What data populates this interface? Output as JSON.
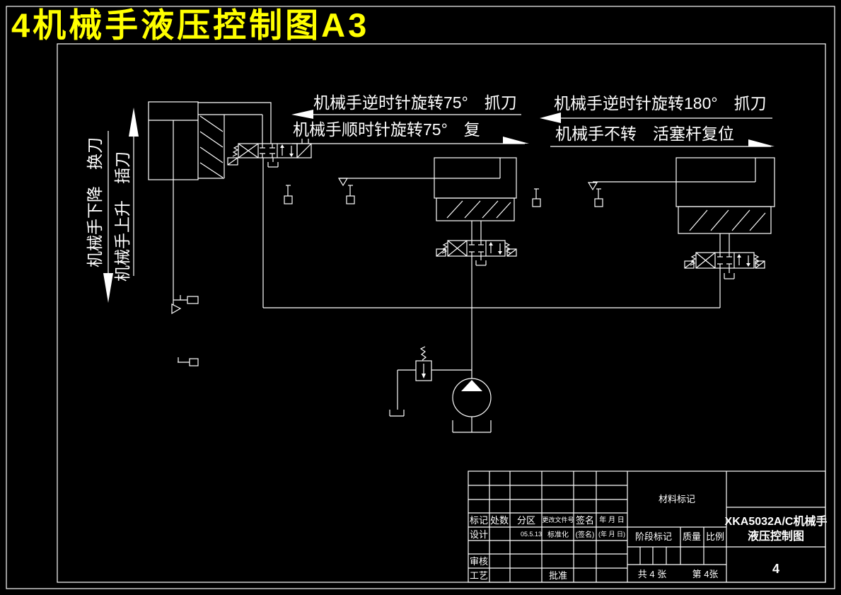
{
  "title": "4机械手液压控制图A3",
  "colors": {
    "background": "#000000",
    "line": "#ffffff",
    "title_text": "#ffff00"
  },
  "annotations": {
    "ccw75": "机械手逆时针旋转75°　抓刀",
    "cw75": "机械手顺时针旋转75°　复",
    "ccw180": "机械手逆时针旋转180°　抓刀",
    "no_rotate": "机械手不转　活塞杆复位",
    "hand_down": "机械手下降　换刀",
    "hand_up": "机械手上升　插刀"
  },
  "title_block": {
    "header_row": [
      "标记",
      "处数",
      "分区",
      "更改文件号",
      "签名",
      "年 月 日"
    ],
    "design_label": "设计",
    "design_date": "05.5.13",
    "standardization_label": "标准化",
    "signature_hint": "(签名)",
    "date_hint": "(年 月 日)",
    "review_label": "审核",
    "process_label": "工艺",
    "approve_label": "批准",
    "material_mark": "材料标记",
    "stage_mark": "阶段标记",
    "quality": "质量",
    "scale": "比例",
    "sheets_total": "共 4 张",
    "sheet_number": "第 4张",
    "drawing_name_line1": "XKA5032A/C机械手",
    "drawing_name_line2": "液压控制图",
    "page_number": "4"
  }
}
